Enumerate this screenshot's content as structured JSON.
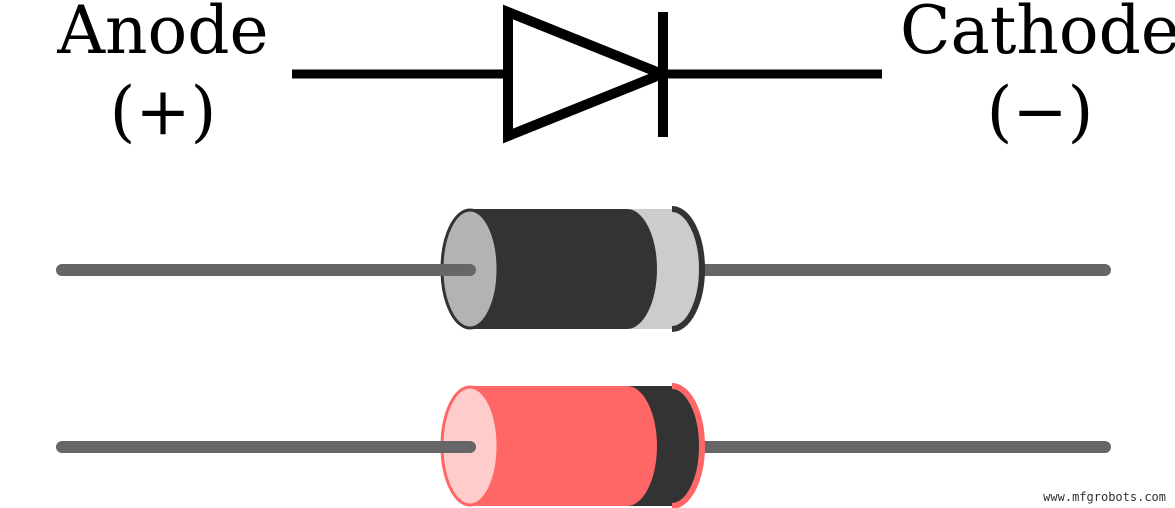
{
  "labels": {
    "anode": "Anode",
    "anode_sign": "(+)",
    "cathode": "Cathode",
    "cathode_sign": "(−)"
  },
  "watermark": "www.mfgrobots.com",
  "colors": {
    "ink": "#000000",
    "lead": "#666666",
    "diode_dark_body": "#333333",
    "diode_dark_band": "#cccccc",
    "diode_dark_end": "#b3b3b3",
    "diode_red_body": "#ff6666",
    "diode_red_band": "#333333",
    "diode_red_end": "#ffcccc"
  }
}
